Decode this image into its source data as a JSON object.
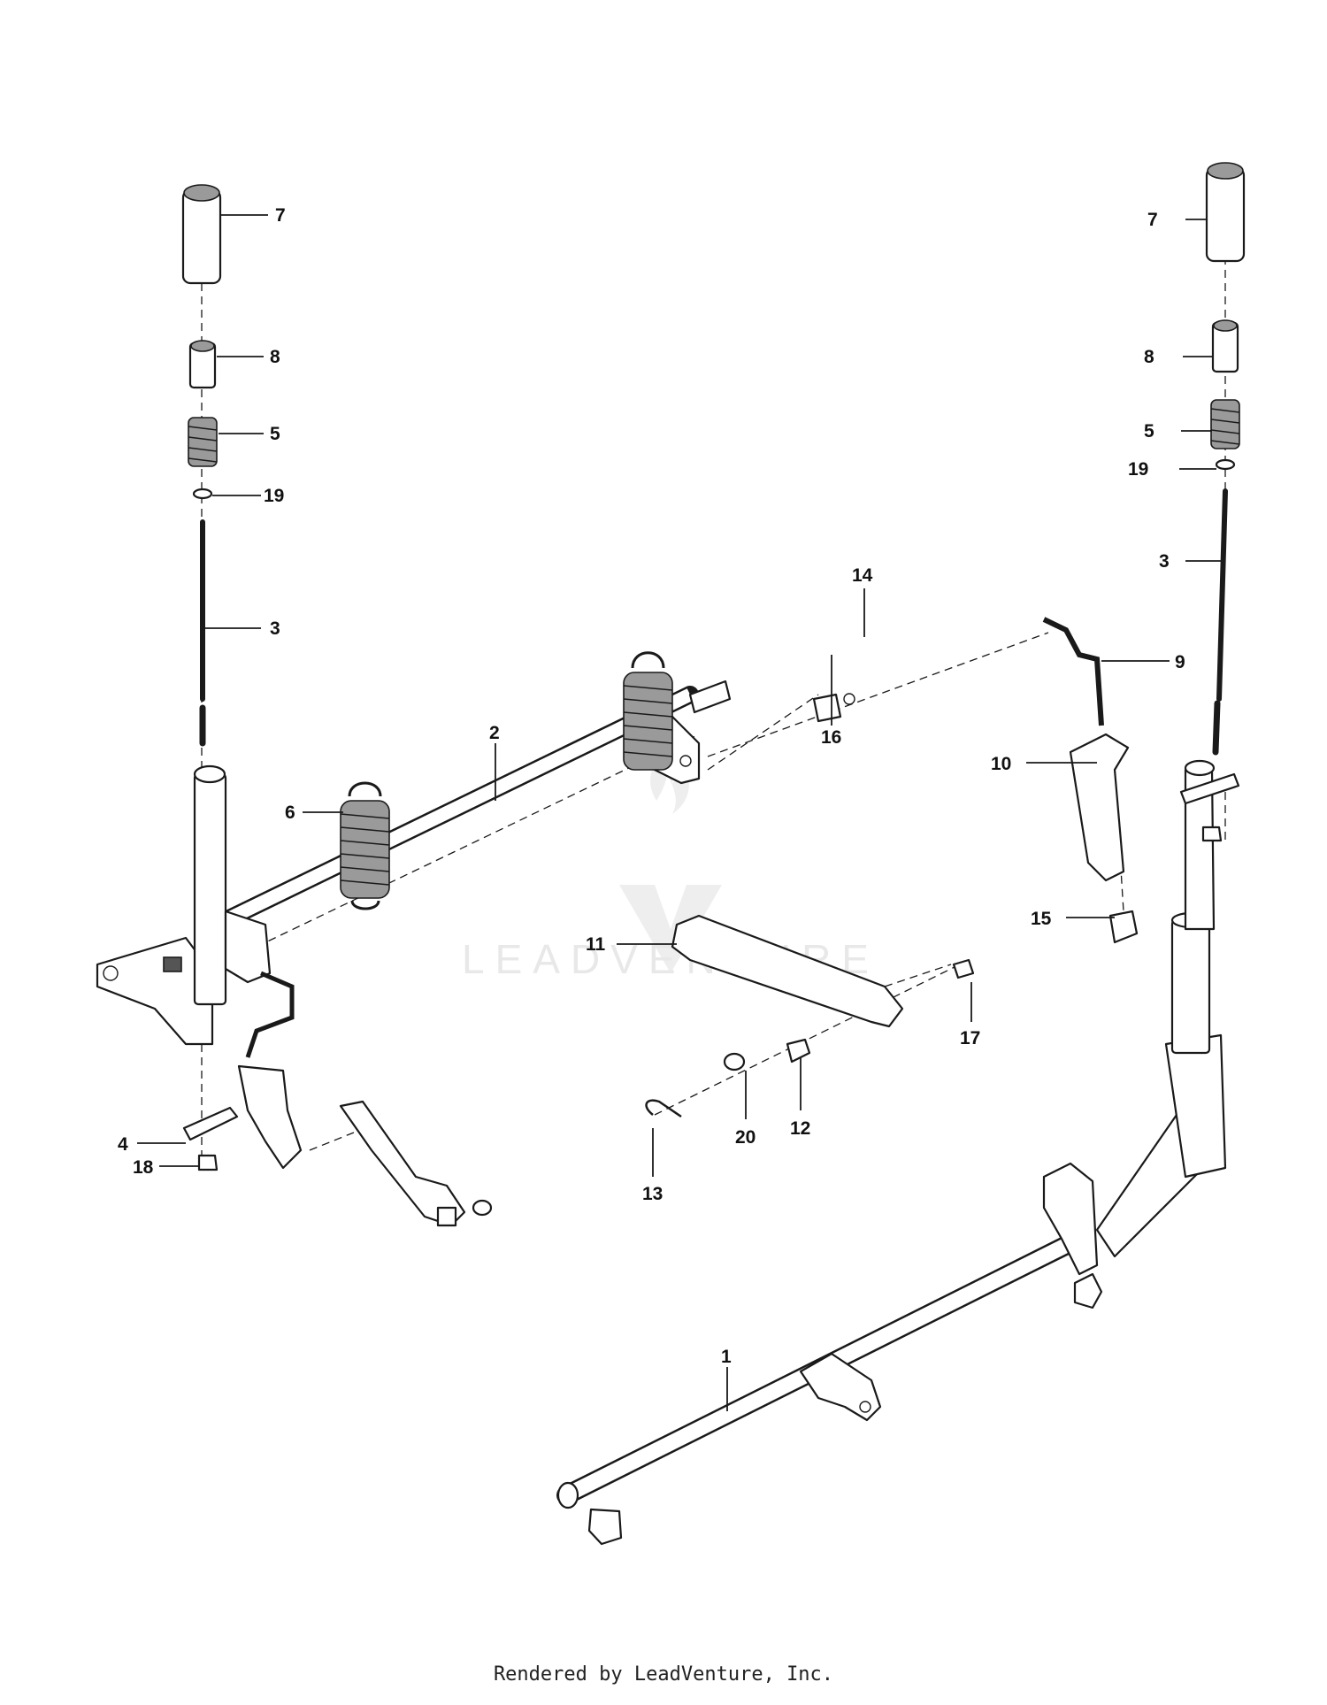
{
  "watermark": {
    "text": "LEADVENTURE"
  },
  "footer": "Rendered by LeadVenture, Inc.",
  "callouts": [
    {
      "id": "c7l",
      "text": "7"
    },
    {
      "id": "c8l",
      "text": "8"
    },
    {
      "id": "c5l",
      "text": "5"
    },
    {
      "id": "c19l",
      "text": "19"
    },
    {
      "id": "c3l",
      "text": "3"
    },
    {
      "id": "c6",
      "text": "6"
    },
    {
      "id": "c2",
      "text": "2"
    },
    {
      "id": "c4",
      "text": "4"
    },
    {
      "id": "c18",
      "text": "18"
    },
    {
      "id": "c14",
      "text": "14"
    },
    {
      "id": "c16",
      "text": "16"
    },
    {
      "id": "c9",
      "text": "9"
    },
    {
      "id": "c10",
      "text": "10"
    },
    {
      "id": "c15",
      "text": "15"
    },
    {
      "id": "c11",
      "text": "11"
    },
    {
      "id": "c17",
      "text": "17"
    },
    {
      "id": "c12",
      "text": "12"
    },
    {
      "id": "c20",
      "text": "20"
    },
    {
      "id": "c13",
      "text": "13"
    },
    {
      "id": "c1",
      "text": "1"
    },
    {
      "id": "c7r",
      "text": "7"
    },
    {
      "id": "c8r",
      "text": "8"
    },
    {
      "id": "c5r",
      "text": "5"
    },
    {
      "id": "c19r",
      "text": "19"
    },
    {
      "id": "c3r",
      "text": "3"
    }
  ]
}
